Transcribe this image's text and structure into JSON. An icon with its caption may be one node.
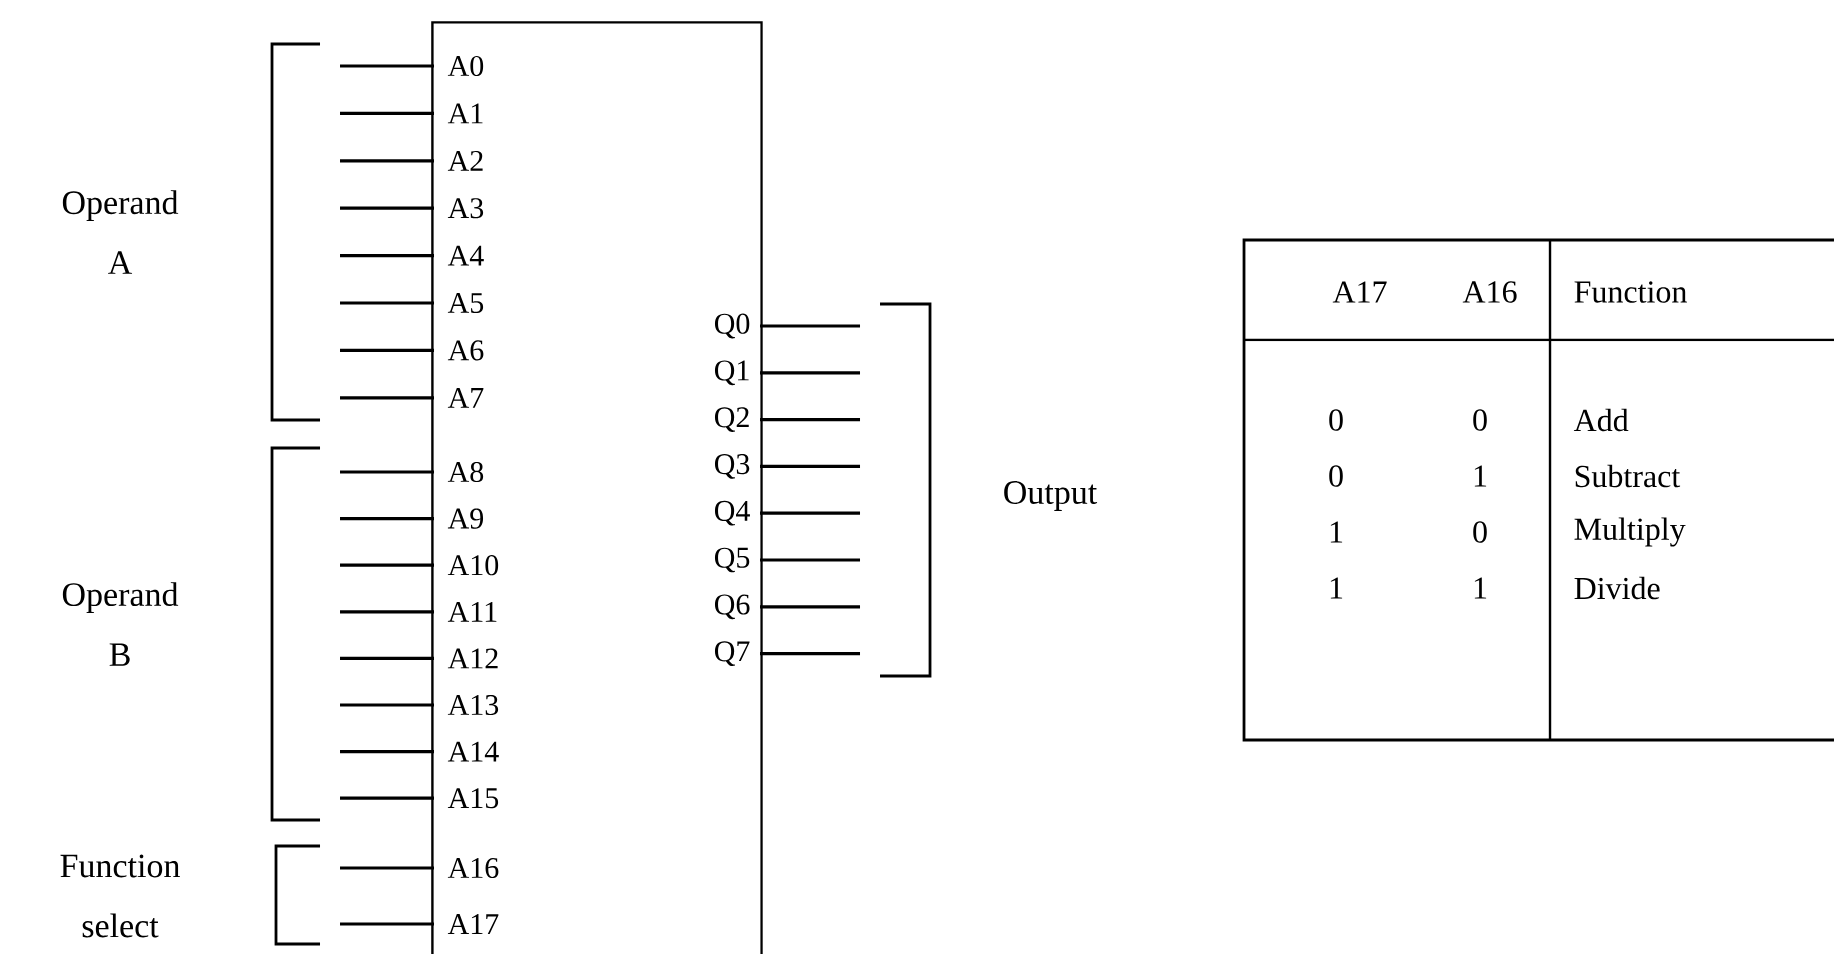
{
  "diagram": {
    "nodes": [
      {
        "text": [
          "A0",
          "A1",
          "A2",
          "A3",
          "A4",
          "A5",
          "A6",
          "A7",
          "A8",
          "A9",
          "A10",
          "A11",
          "A12",
          "A13",
          "A14",
          "A15",
          "A16",
          "A17",
          "Q0",
          "Q1",
          "Q2",
          "Q3",
          "Q4",
          "Q5",
          "Q6",
          "Q7"
        ]
      }
    ],
    "labels": [
      "Operand A",
      "Operand B",
      "Function select",
      "Output",
      "A17",
      "A16",
      "Function",
      "0",
      "0",
      "Add",
      "0",
      "1",
      "Subtract",
      "1",
      "0",
      "Multiply",
      "1",
      "1",
      "Divide"
    ]
  }
}
